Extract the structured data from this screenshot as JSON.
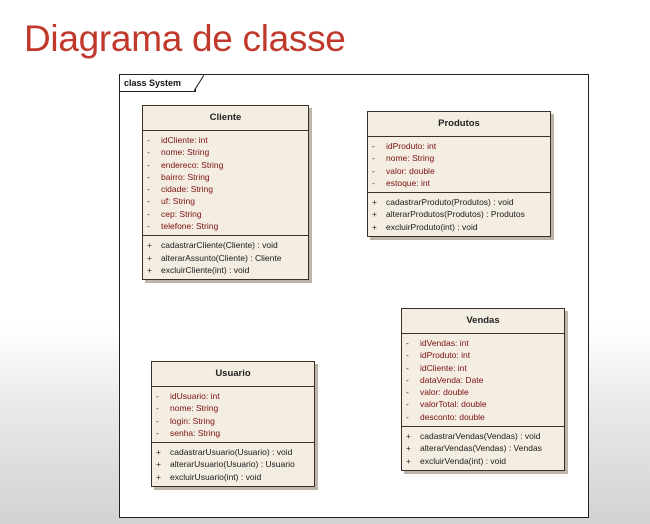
{
  "slide_title": "Diagrama de classe",
  "frame": {
    "label": "class System"
  },
  "classes": [
    {
      "name": "Cliente",
      "attributes": [
        {
          "vis": "-",
          "text": "idCliente:  int"
        },
        {
          "vis": "-",
          "text": "nome:  String"
        },
        {
          "vis": "-",
          "text": "endereco:  String"
        },
        {
          "vis": "-",
          "text": "bairro:  String"
        },
        {
          "vis": "-",
          "text": "cidade:  String"
        },
        {
          "vis": "-",
          "text": "uf:  String"
        },
        {
          "vis": "-",
          "text": "cep:  String"
        },
        {
          "vis": "-",
          "text": "telefone:  String"
        }
      ],
      "operations": [
        {
          "vis": "+",
          "text": "cadastrarCliente(Cliente) : void"
        },
        {
          "vis": "+",
          "text": "alterarAssunto(Cliente) : Cliente"
        },
        {
          "vis": "+",
          "text": "excluirCliente(int) : void"
        }
      ]
    },
    {
      "name": "Produtos",
      "attributes": [
        {
          "vis": "-",
          "text": "idProduto:  int"
        },
        {
          "vis": "-",
          "text": "nome:  String"
        },
        {
          "vis": "-",
          "text": "valor:  double"
        },
        {
          "vis": "-",
          "text": "estoque:  int"
        }
      ],
      "operations": [
        {
          "vis": "+",
          "text": "cadastrarProduto(Produtos) : void"
        },
        {
          "vis": "+",
          "text": "alterarProdutos(Produtos) : Produtos"
        },
        {
          "vis": "+",
          "text": "excluirProduto(int) : void"
        }
      ]
    },
    {
      "name": "Usuario",
      "attributes": [
        {
          "vis": "-",
          "text": "idUsuario:  int"
        },
        {
          "vis": "-",
          "text": "nome:  String"
        },
        {
          "vis": "-",
          "text": "login:  String"
        },
        {
          "vis": "-",
          "text": "senha:  String"
        }
      ],
      "operations": [
        {
          "vis": "+",
          "text": "cadastrarUsuario(Usuario) : void"
        },
        {
          "vis": "+",
          "text": "alterarUsuario(Usuario) : Usuario"
        },
        {
          "vis": "+",
          "text": "excluirUsuario(int) : void"
        }
      ]
    },
    {
      "name": "Vendas",
      "attributes": [
        {
          "vis": "-",
          "text": "idVendas:  int"
        },
        {
          "vis": "-",
          "text": "idProduto:  int"
        },
        {
          "vis": "-",
          "text": "idCliente:  int"
        },
        {
          "vis": "-",
          "text": "dataVenda:  Date"
        },
        {
          "vis": "-",
          "text": "valor:  double"
        },
        {
          "vis": "-",
          "text": "valorTotal:  double"
        },
        {
          "vis": "-",
          "text": "desconto:  double"
        }
      ],
      "operations": [
        {
          "vis": "+",
          "text": "cadastrarVendas(Vendas) : void"
        },
        {
          "vis": "+",
          "text": "alterarVendas(Vendas) : Vendas"
        },
        {
          "vis": "+",
          "text": "excluirVenda(int) : void"
        }
      ]
    }
  ]
}
